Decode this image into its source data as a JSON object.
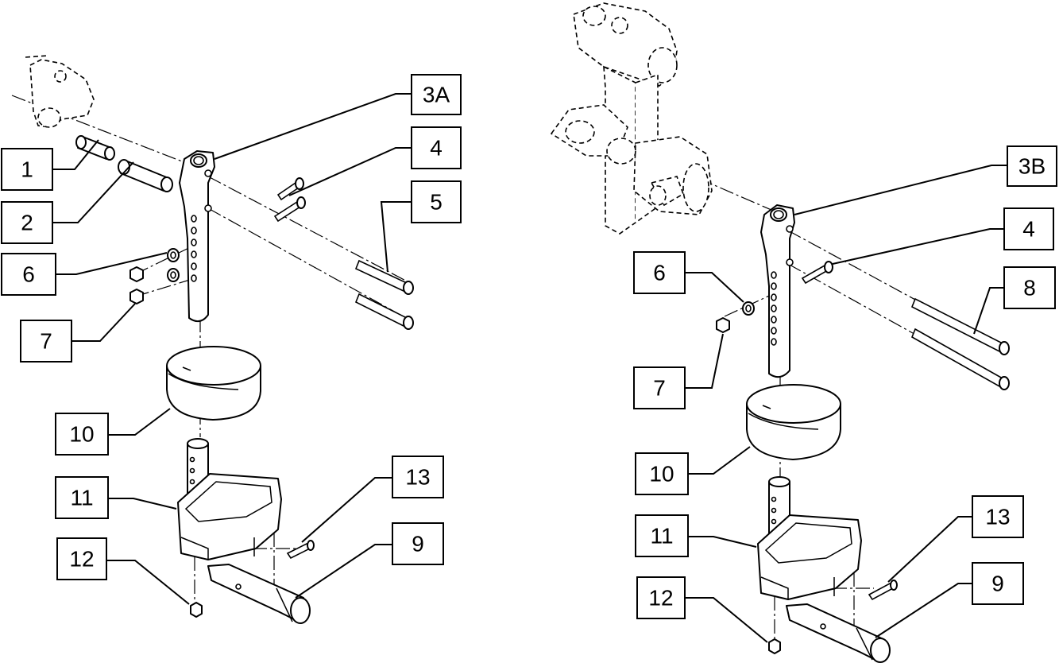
{
  "left_assembly": {
    "callouts": {
      "c1": "1",
      "c2": "2",
      "c3a": "3A",
      "c4": "4",
      "c5": "5",
      "c6": "6",
      "c7": "7",
      "c10": "10",
      "c11": "11",
      "c12": "12",
      "c13": "13",
      "c9": "9"
    }
  },
  "right_assembly": {
    "callouts": {
      "c3b": "3B",
      "c4": "4",
      "c6": "6",
      "c8": "8",
      "c7": "7",
      "c10": "10",
      "c11": "11",
      "c13": "13",
      "c12": "12",
      "c9": "9"
    }
  }
}
